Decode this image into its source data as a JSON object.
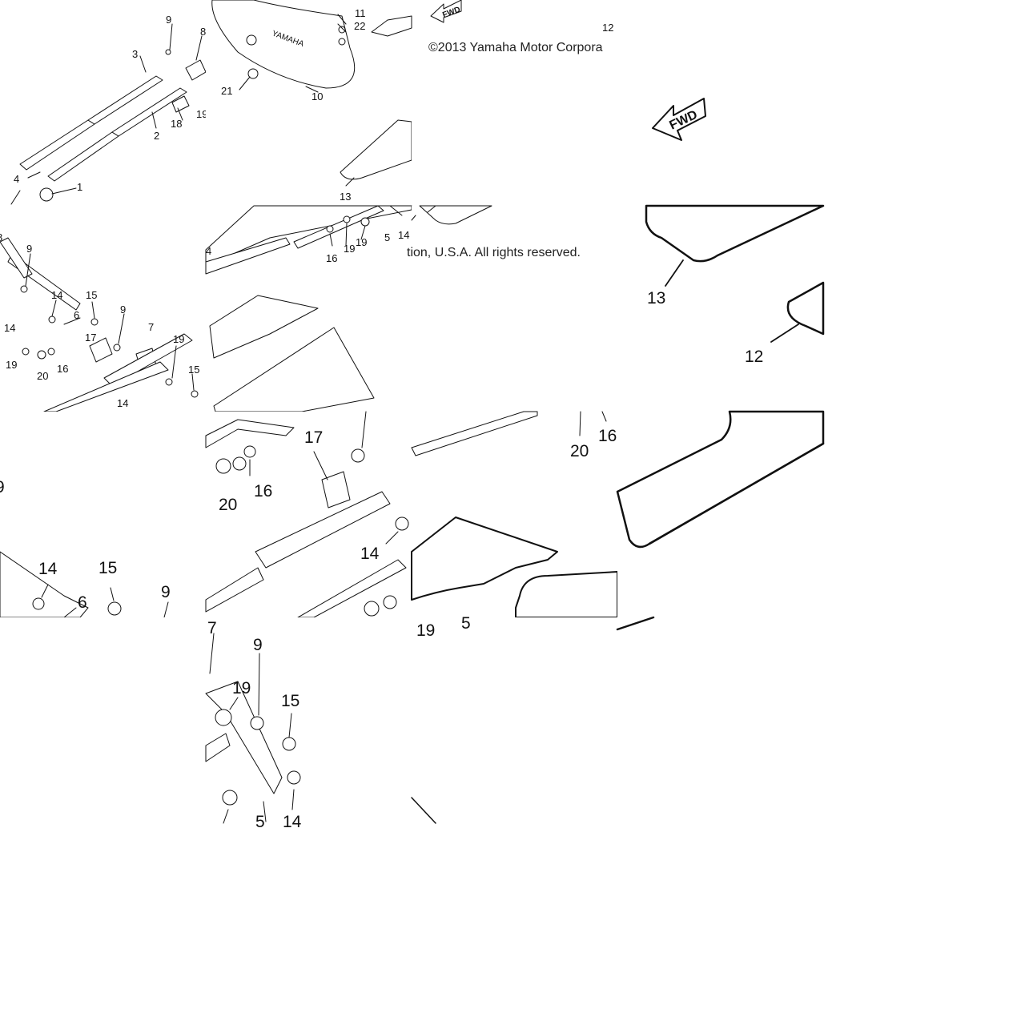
{
  "copyright": {
    "left": "©2013 Yamaha Motor Corpora",
    "right": "tion, U.S.A. All rights reserved."
  },
  "fwd_label": "FWD",
  "brand_on_part": "YAMAHA",
  "callouts": {
    "t00": [
      "9",
      "8",
      "3",
      "2",
      "18",
      "19",
      "4",
      "1"
    ],
    "t01": [
      "11",
      "22",
      "21",
      "10"
    ],
    "t02": [
      "2",
      "3",
      "12"
    ],
    "t11": [
      "13",
      "5",
      "14",
      "19",
      "16",
      "20",
      "4"
    ],
    "t13": [
      "13",
      "12"
    ],
    "t10": [
      "8",
      "9",
      "14",
      "15",
      "6",
      "14",
      "17",
      "7",
      "9",
      "19",
      "15",
      "19",
      "20",
      "16",
      "14"
    ],
    "t21": [
      "17",
      "16",
      "20",
      "14"
    ],
    "t22": [
      "20",
      "16",
      "19",
      "5"
    ],
    "t20": [
      "9",
      "14",
      "15",
      "6",
      "9"
    ],
    "t31": [
      "7",
      "9",
      "19",
      "15",
      "14",
      "5"
    ]
  }
}
